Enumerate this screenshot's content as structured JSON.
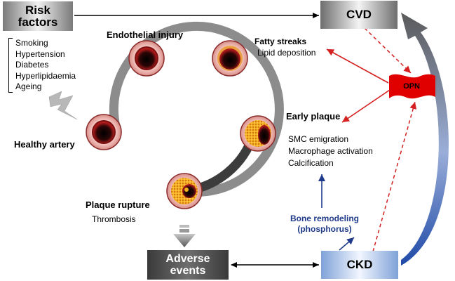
{
  "boxes": {
    "risk_factors": "Risk\nfactors",
    "cvd": "CVD",
    "adverse_events": "Adverse\nevents",
    "ckd": "CKD",
    "opn": "OPN"
  },
  "risk_factor_list": [
    "Smoking",
    "Hypertension",
    "Diabetes",
    "Hyperlipidaemia",
    "Ageing"
  ],
  "stages": {
    "endothelial_injury": "Endothelial injury",
    "fatty_streaks": "Fatty streaks",
    "lipid_deposition": "Lipid deposition",
    "healthy_artery": "Healthy artery",
    "early_plaque": "Early plaque",
    "early_plaque_details": [
      "SMC emigration",
      "Macrophage activation",
      "Calcification"
    ],
    "plaque_rupture": "Plaque rupture",
    "thrombosis": "Thrombosis"
  },
  "bone_remodeling": "Bone remodeling\n(phosphorus)",
  "colors": {
    "opn_red": "#e00000",
    "arrow_red": "#d42020",
    "arrow_blue": "#1f3a8a",
    "ring_gray": "#8c8c8c"
  }
}
